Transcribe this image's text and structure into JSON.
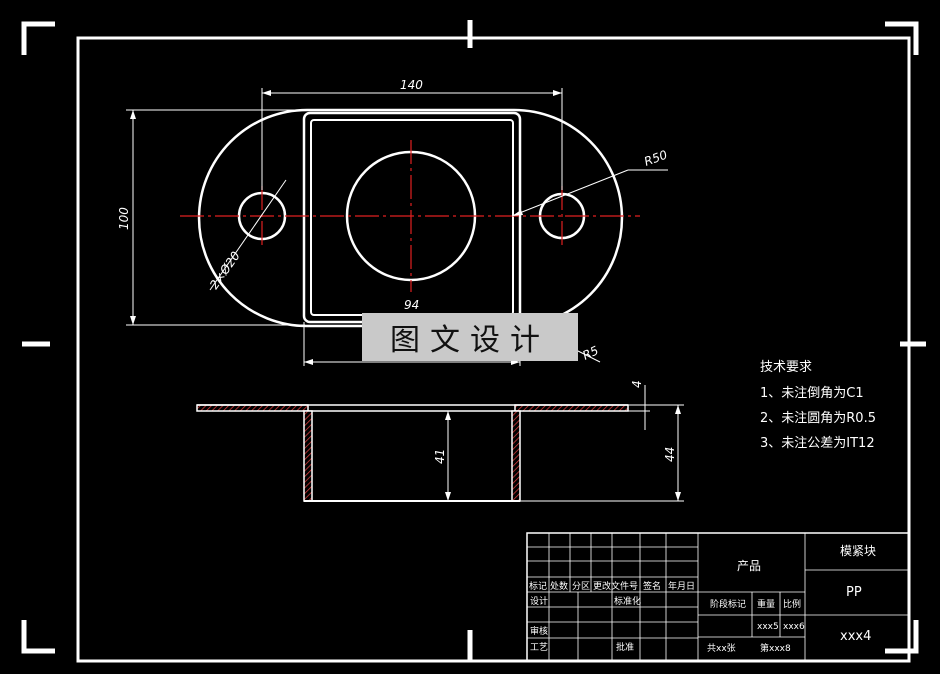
{
  "dimensions": {
    "width_140": "140",
    "height_100": "100",
    "radius_50": "R50",
    "radius_5": "R5",
    "inner_94": "94",
    "holes": "2×Ø20",
    "thickness_4": "4",
    "depth_41": "41",
    "depth_44": "44"
  },
  "watermark": "图文设计",
  "tech_requirements": {
    "title": "技术要求",
    "items": [
      "1、未注倒角为C1",
      "2、未注圆角为R0.5",
      "3、未注公差为IT12"
    ]
  },
  "title_block": {
    "product_label": "产品",
    "part_name": "模紧块",
    "material": "PP",
    "drawing_no": "xxx4",
    "col_headers": [
      "标记",
      "处数",
      "分区",
      "更改文件号",
      "签名",
      "年月日"
    ],
    "row_design": "设计",
    "row_standard": "标准化",
    "row_review": "审核",
    "row_process": "工艺",
    "row_approve": "批准",
    "stage_mark": "阶段标记",
    "weight": "重量",
    "scale": "比例",
    "weight_val": "xxx5",
    "scale_val": "xxx6",
    "sheets": "共xx张",
    "sheet_no": "第xxx8"
  }
}
